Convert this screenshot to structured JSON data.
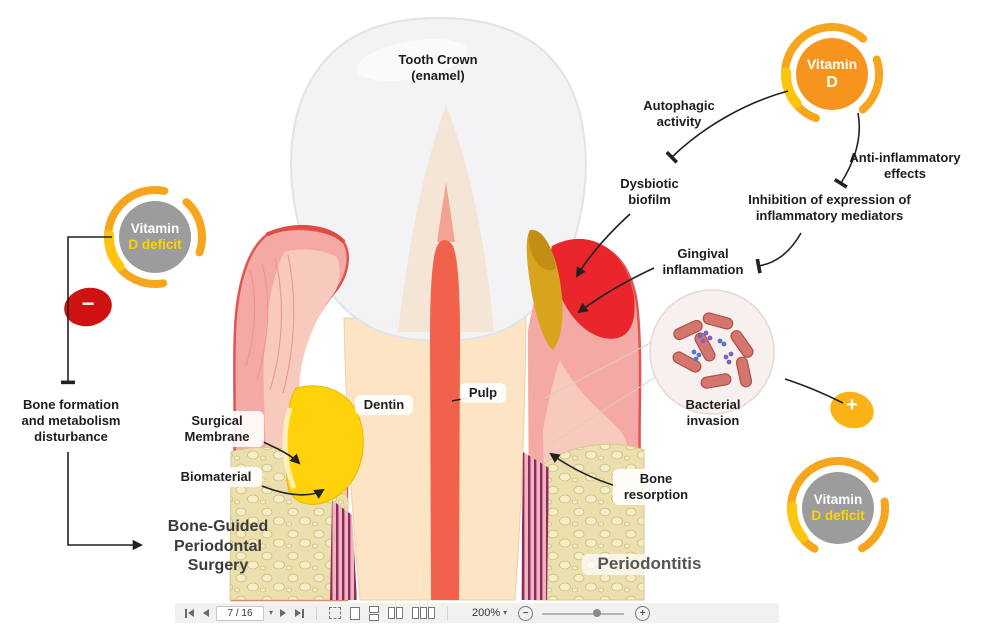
{
  "colors": {
    "vitamin_orange": "#f7941d",
    "swoosh_orange": "#f7a51d",
    "swoosh_yellow": "#ffc40e",
    "deficit_gray": "#9c9c9c",
    "deficit_yellow_text": "#ffd400",
    "minus_red": "#ce1111",
    "plus_yellow": "#fbb216",
    "gum_pink": "#f4a9a4",
    "gum_outline_red": "#e2544e",
    "inflamed_red": "#e8262c",
    "biofilm_mustard": "#d8a41d",
    "dentin_peach": "#fce4c4",
    "pulp_red": "#f2614b",
    "crown_gray": "#f2f2f4",
    "bone_khaki": "#ecdfae",
    "biomaterial_yellow": "#ffd20a"
  },
  "labels": {
    "tooth_crown": "Tooth Crown\n(enamel)",
    "autophagic_activity": "Autophagic\nactivity",
    "anti_inflammatory_effects": "Anti-inflammatory\neffects",
    "dysbiotic_biofilm": "Dysbiotic\nbiofilm",
    "inhibition_mediators": "Inhibition of expression of\ninflammatory mediators",
    "gingival_inflammation": "Gingival\ninflammation",
    "bone_formation_disturbance": "Bone formation\nand metabolism\ndisturbance",
    "dentin": "Dentin",
    "pulp": "Pulp",
    "surgical_membrane": "Surgical\nMembrane",
    "biomaterial": "Biomaterial",
    "bacterial_invasion": "Bacterial\ninvasion",
    "bone_resorption": "Bone\nresorption",
    "bone_guided_surgery": "Bone-Guided\nPeriodontal\nSurgery",
    "periodontitis": "Periodontitis"
  },
  "badges": {
    "vitamin_d": {
      "line1": "Vitamin",
      "line2": "D"
    },
    "deficit_left": {
      "line1": "Vitamin",
      "line2": "D deficit"
    },
    "deficit_right": {
      "line1": "Vitamin",
      "line2": "D deficit"
    },
    "minus_sign": "−",
    "plus_sign": "+"
  },
  "toolbar": {
    "page_indicator": "7 / 16",
    "zoom_level": "200%",
    "caret": "▾",
    "zoom_out_glyph": "−",
    "zoom_in_glyph": "+"
  }
}
